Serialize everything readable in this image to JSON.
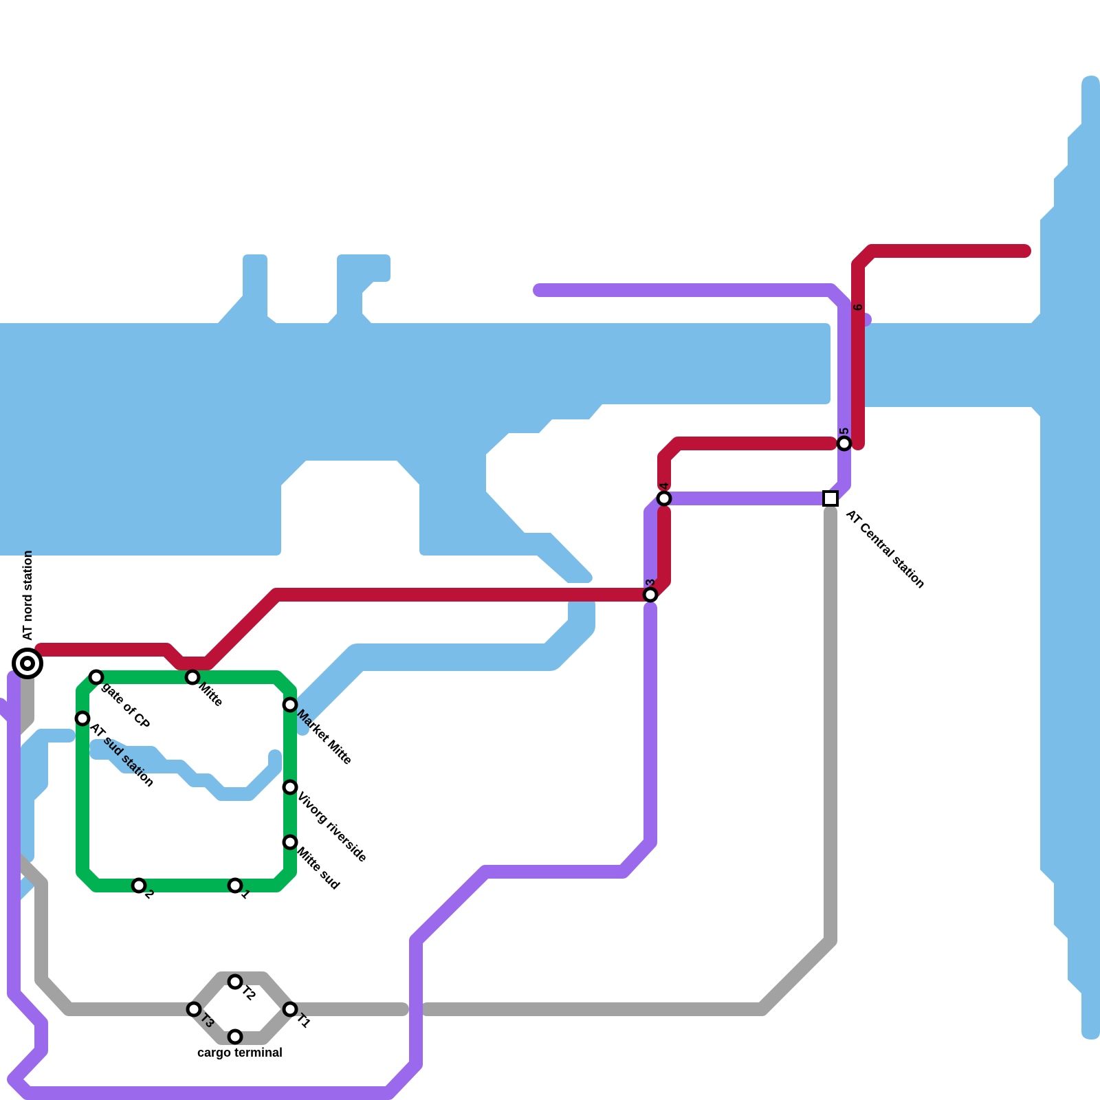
{
  "map": {
    "colors": {
      "water": "#79bde8",
      "red_line": "#bc1238",
      "purple_line": "#9a69ec",
      "green_line": "#00b251",
      "gray_line": "#a2a2a2",
      "station_stroke": "#000000",
      "station_fill": "#ffffff"
    },
    "lines": [
      {
        "id": "red",
        "name": "red-line"
      },
      {
        "id": "purple",
        "name": "purple-line"
      },
      {
        "id": "green",
        "name": "green-line"
      },
      {
        "id": "gray",
        "name": "gray-line"
      }
    ],
    "stations": {
      "at_nord": "AT nord station",
      "gate_of_cp": "gate of CP",
      "mitte": "Mitte",
      "at_sud": "AT sud station",
      "market_mitte": "Market Mitte",
      "vivorg_riverside": "Vivorg riverside",
      "mitte_sud": "Mitte sud",
      "s1": "1",
      "s2": "2",
      "s3": "3",
      "s4": "4",
      "s5": "5",
      "s6": "6",
      "at_central": "AT Central station",
      "t1": "T1",
      "t2": "T2",
      "t3": "T3",
      "cargo_terminal": "cargo terminal"
    }
  }
}
